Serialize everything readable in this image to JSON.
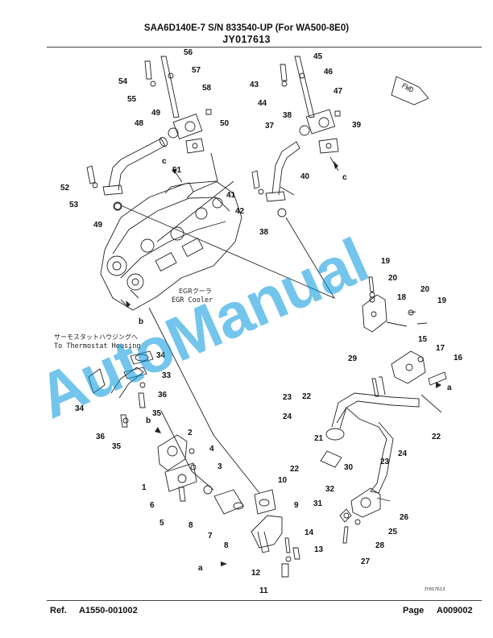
{
  "header": {
    "model_line": "SAA6D140E-7 S/N 833540-UP (For WA500-8E0)",
    "figure_id": "JY017613"
  },
  "diagram": {
    "callouts": [
      "1",
      "2",
      "3",
      "4",
      "5",
      "6",
      "7",
      "8",
      "8",
      "9",
      "10",
      "11",
      "12",
      "13",
      "14",
      "15",
      "16",
      "17",
      "18",
      "19",
      "19",
      "20",
      "20",
      "21",
      "22",
      "22",
      "22",
      "23",
      "23",
      "24",
      "24",
      "25",
      "26",
      "27",
      "28",
      "29",
      "30",
      "31",
      "32",
      "33",
      "34",
      "34",
      "35",
      "35",
      "36",
      "36",
      "37",
      "38",
      "38",
      "39",
      "40",
      "41",
      "42",
      "43",
      "44",
      "45",
      "46",
      "47",
      "48",
      "49",
      "49",
      "50",
      "51",
      "52",
      "53",
      "54",
      "55",
      "56",
      "57",
      "58"
    ],
    "ref_letters": [
      "a",
      "a",
      "b",
      "b",
      "c",
      "c"
    ],
    "fwd_label": "FWD",
    "egr_jp": "EGRクーラ",
    "egr_en": "EGR Cooler",
    "thermo_jp": "サーモスタットハウジングへ",
    "thermo_en": "To Thermostat Housing",
    "drawing_no": "JY017613"
  },
  "watermark": "AutoManual",
  "footer": {
    "ref_label": "Ref.",
    "ref_value": "A1550-001002",
    "page_label": "Page",
    "page_value": "A009002"
  }
}
